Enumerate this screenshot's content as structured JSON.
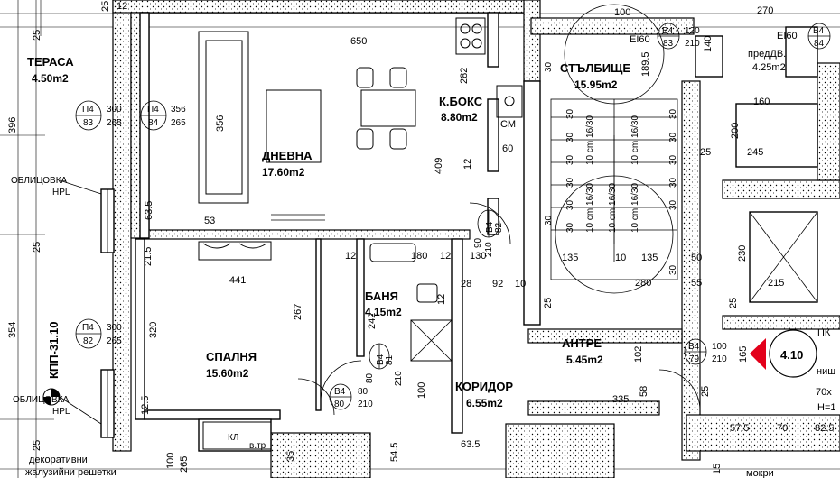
{
  "rooms": {
    "terasa": {
      "name": "ТЕРАСА",
      "area": "4.50m2"
    },
    "dnevna": {
      "name": "ДНЕВНА",
      "area": "17.60m2"
    },
    "kboks": {
      "name": "К.БОКС",
      "area": "8.80m2"
    },
    "stalbishte": {
      "name": "СТЪЛБИЩЕ",
      "area": "15.95m2"
    },
    "predd": {
      "name": "предДВ.",
      "area": "4.25m2"
    },
    "spalnya": {
      "name": "СПАЛНЯ",
      "area": "15.60m2"
    },
    "banya": {
      "name": "БАНЯ",
      "area": "4.15m2"
    },
    "koridor": {
      "name": "КОРИДОР",
      "area": "6.55m2"
    },
    "antre": {
      "name": "АНТРЕ",
      "area": "5.45m2"
    }
  },
  "labels": {
    "oblicovka1": "ОБЛИЦОВКА",
    "hpl1": "HPL",
    "oblicovka2": "ОБЛИЦОВКА",
    "hpl2": "HPL",
    "kpp": "КПП-31.10",
    "level": "4.10",
    "kl": "КЛ",
    "vtr": "в.тр",
    "sm": "СМ",
    "dekor1": "декоративни",
    "dekor2": "жалузийни решетки",
    "pk": "ПК",
    "nish": "ниш",
    "h": "H=1",
    "size": "70х",
    "mokri": "мокри"
  },
  "windows": {
    "p4_top": [
      "П4",
      "83"
    ],
    "p4_top_dims": [
      "300",
      "265"
    ],
    "p4_mid": [
      "П4",
      "84"
    ],
    "p4_mid_dims": [
      "356",
      "265"
    ],
    "p4_bot": [
      "П4",
      "82"
    ],
    "p4_bot_dims": [
      "300",
      "265"
    ]
  },
  "doors": {
    "b4_82": [
      "В4",
      "82"
    ],
    "b4_82_dim": [
      "90",
      "210"
    ],
    "b4_81": [
      "В4",
      "81"
    ],
    "b4_81_dim": [
      "80",
      "210"
    ],
    "b4_80": [
      "В4",
      "80"
    ],
    "b4_80_dim": [
      "80",
      "210"
    ],
    "b4_79": [
      "В4",
      "79"
    ],
    "b4_79_dim": [
      "100",
      "210"
    ],
    "b4_83": [
      "В4",
      "83"
    ],
    "b4_83_dim": [
      "120",
      "210"
    ],
    "b4_84": [
      "В4",
      "84"
    ],
    "ei60a": "EI60",
    "ei60b": "EI60"
  },
  "dims": {
    "d650": "650",
    "d282": "282",
    "d396": "396",
    "d356": "356",
    "d409": "409",
    "d12a": "12",
    "d60": "60",
    "d53": "53",
    "d635": "63.5",
    "d25a": "25",
    "d215a": "21.5",
    "d441": "441",
    "d267": "267",
    "d320": "320",
    "d354": "354",
    "d12b": "12",
    "d180": "180",
    "d12c": "12",
    "d130": "130",
    "d28": "28",
    "d92": "92",
    "d10": "10",
    "d242": "242",
    "d100": "100",
    "d100b": "100",
    "d12d": "12",
    "d135a": "135",
    "d10b": "10",
    "d135b": "135",
    "d50": "50",
    "d280": "280",
    "d55a": "55",
    "d215b": "215",
    "d25b": "25",
    "d25c": "25",
    "d102": "102",
    "d335": "335",
    "d58": "58",
    "d165": "165",
    "d25d": "25",
    "d125": "12.5",
    "d270": "270",
    "d140": "140",
    "d1895": "189.5",
    "d160": "160",
    "d200": "200",
    "d245": "245",
    "d25e": "25",
    "d230": "230",
    "d545": "54.5",
    "d35": "35",
    "d635b": "63.5",
    "d575": "57.5",
    "d70": "70",
    "d825": "82.5",
    "d25f": "25",
    "d15": "15",
    "d25g": "25",
    "d265": "265",
    "d100c": "100",
    "d25h": "25",
    "d12e": "12"
  },
  "stairs": [
    "30",
    "30",
    "30",
    "30",
    "30",
    "30",
    "30",
    "30"
  ],
  "stairs_r": [
    "30",
    "30",
    "30",
    "30",
    "30",
    "30"
  ],
  "stair_steps": [
    "10 cm 16/30",
    "10 cm 16/30",
    "10 cm 16/30",
    "10 cm 16/30",
    "10 cm 16/30"
  ]
}
